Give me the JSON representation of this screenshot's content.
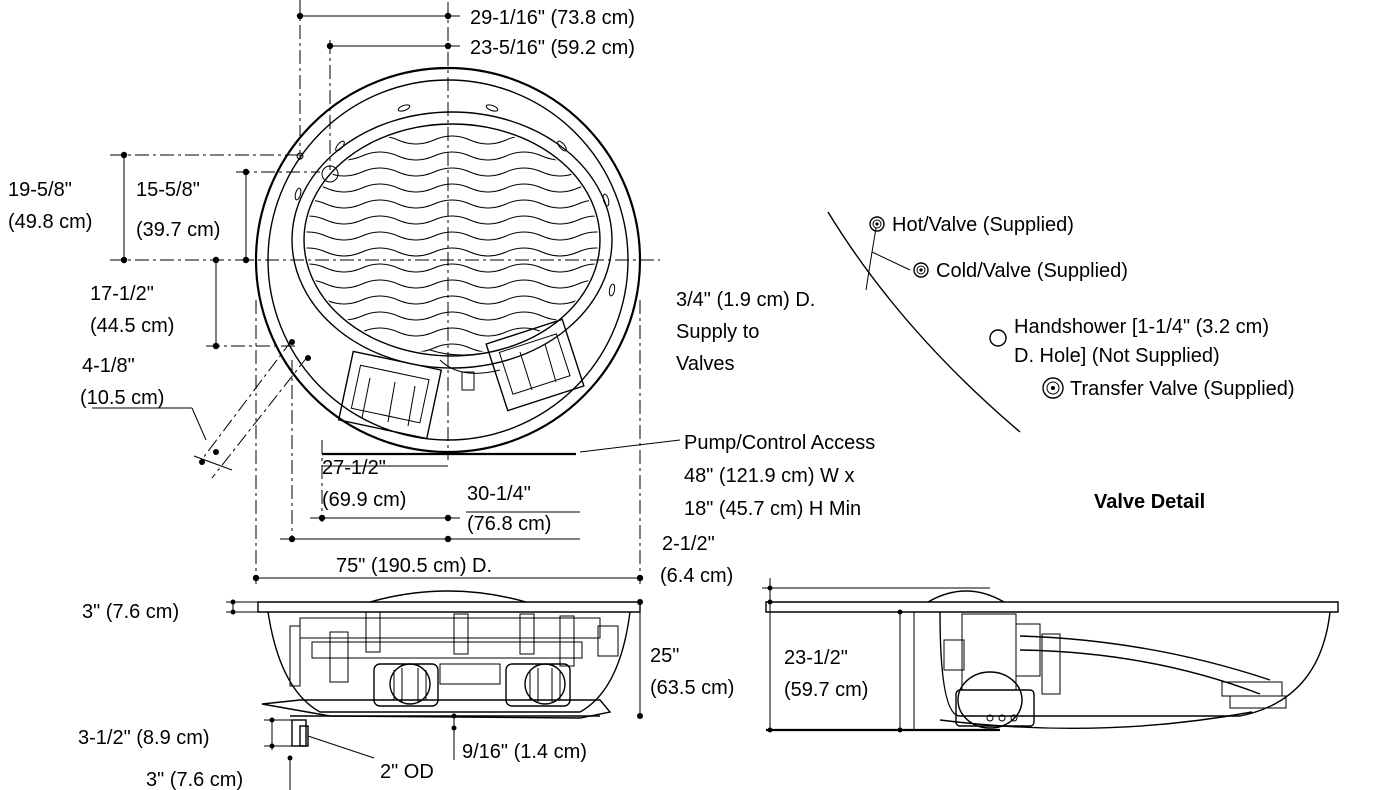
{
  "dimensions": {
    "width_outer": "29-1/16\" (73.8 cm)",
    "width_inner": "23-5/16\" (59.2 cm)",
    "depth_a_1": "19-5/8\"",
    "depth_a_2": "(49.8 cm)",
    "depth_b_1": "15-5/8\"",
    "depth_b_2": "(39.7 cm)",
    "depth_c_1": "17-1/2\"",
    "depth_c_2": "(44.5 cm)",
    "depth_d_1": "4-1/8\"",
    "depth_d_2": "(10.5 cm)",
    "width_e_1": "27-1/2\"",
    "width_e_2": "(69.9 cm)",
    "width_f_1": "30-1/4\"",
    "width_f_2": "(76.8 cm)",
    "diameter": "75\" (190.5 cm) D.",
    "rim_height": "3\" (7.6 cm)",
    "overall_height_1": "25\"",
    "overall_height_2": "(63.5 cm)",
    "base_height": "3-1/2\" (8.9 cm)",
    "drain_height": "3\" (7.6 cm)",
    "drain_od": "2\" OD",
    "foot_height": "9/16\" (1.4 cm)",
    "side_rim_1": "2-1/2\"",
    "side_rim_2": "(6.4 cm)",
    "side_height_1": "23-1/2\"",
    "side_height_2": "(59.7 cm)"
  },
  "pump_access": {
    "title": "Pump/Control Access",
    "width": "48\" (121.9 cm) W x",
    "height": "18\" (45.7 cm) H Min"
  },
  "supply": {
    "line1": "3/4\" (1.9 cm) D.",
    "line2": "Supply to",
    "line3": "Valves"
  },
  "valve_detail": {
    "hot": "Hot/Valve (Supplied)",
    "cold": "Cold/Valve (Supplied)",
    "handshower_1": "Handshower [1-1/4\" (3.2 cm)",
    "handshower_2": "D. Hole] (Not Supplied)",
    "transfer": "Transfer Valve (Supplied)",
    "caption": "Valve Detail"
  }
}
